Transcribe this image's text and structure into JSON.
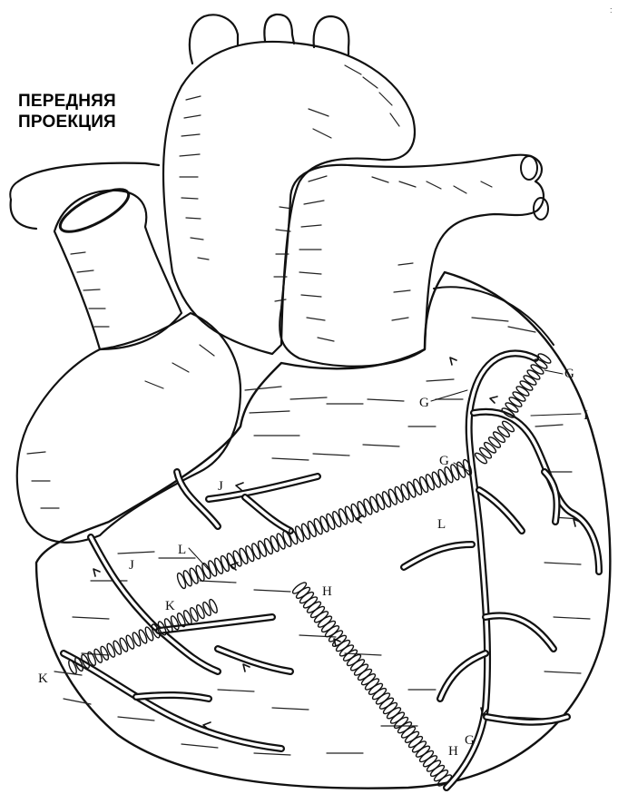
{
  "title": {
    "line1": "ПЕРЕДНЯЯ",
    "line2": "ПРОЕКЦИЯ"
  },
  "labels": [
    {
      "id": "G-top-right",
      "text": "G"
    },
    {
      "id": "G-upper",
      "text": "G"
    },
    {
      "id": "I",
      "text": "I"
    },
    {
      "id": "G-mid",
      "text": "G"
    },
    {
      "id": "L-right",
      "text": "L"
    },
    {
      "id": "J-upper",
      "text": "J"
    },
    {
      "id": "J-lower",
      "text": "J"
    },
    {
      "id": "L-left",
      "text": "L"
    },
    {
      "id": "H-mid",
      "text": "H"
    },
    {
      "id": "K-mid",
      "text": "K"
    },
    {
      "id": "K-left",
      "text": "K"
    },
    {
      "id": "H-bottom",
      "text": "H"
    },
    {
      "id": "G-bottom",
      "text": "G"
    }
  ]
}
